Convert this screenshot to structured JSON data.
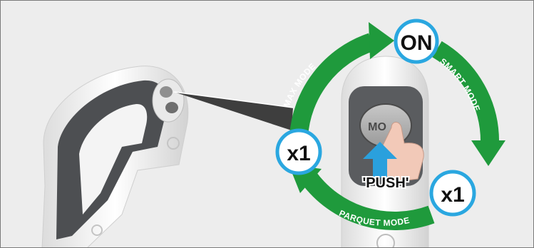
{
  "illustration": {
    "cycle_labels": {
      "on": "ON",
      "smart_mode": "SMART MODE",
      "parquet_mode": "PARQUET MODE",
      "max_mode": "MAX MODE",
      "press_once_left": "x1",
      "press_once_right": "x1"
    },
    "push_label": "'PUSH'",
    "button_caption": "MO",
    "colors": {
      "arrow_green": "#1f9a3c",
      "badge_border": "#2aa7e0",
      "push_arrow": "#2aa0dd",
      "handle_dark": "#4d4f52",
      "background": "#ededed"
    }
  }
}
